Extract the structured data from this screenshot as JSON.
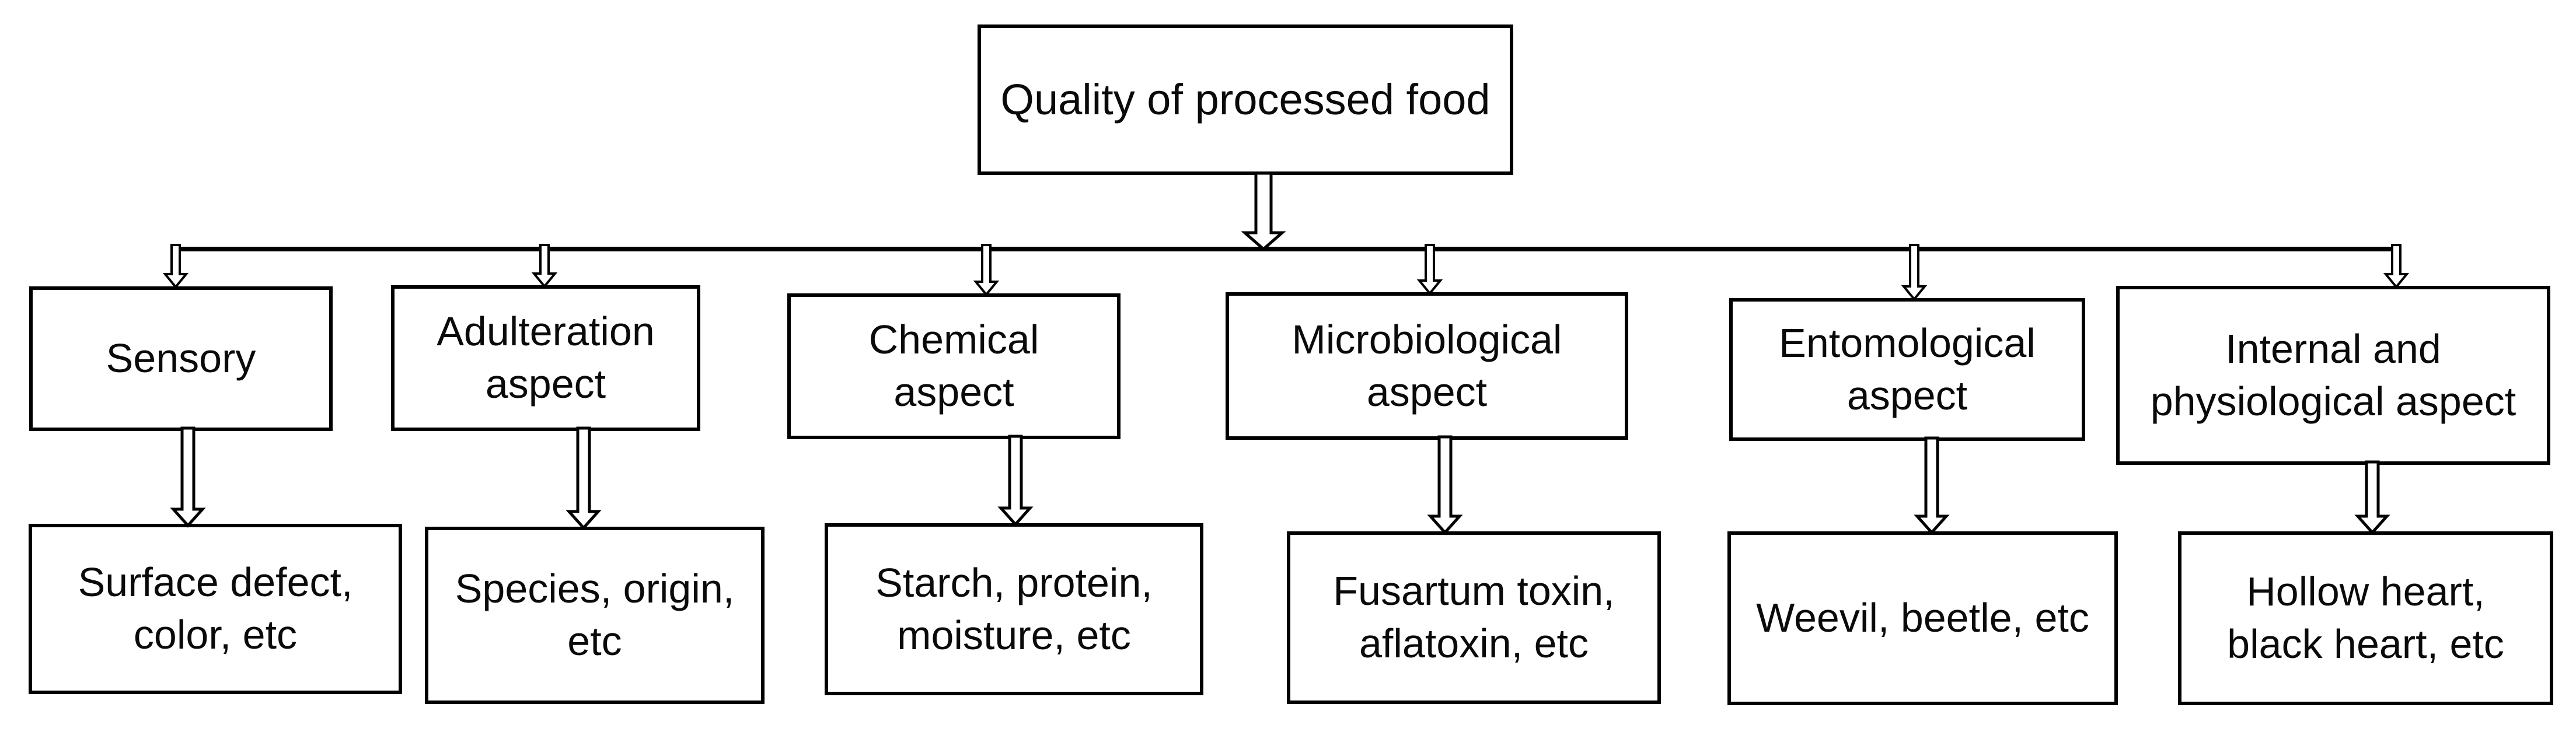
{
  "diagram": {
    "title_node": {
      "label": "Quality of processed food"
    },
    "branches": [
      {
        "aspect": "Sensory",
        "examples": "Surface defect, color, etc"
      },
      {
        "aspect": "Adulteration aspect",
        "examples": "Species, origin, etc"
      },
      {
        "aspect": "Chemical aspect",
        "examples": "Starch, protein, moisture, etc"
      },
      {
        "aspect": "Microbiological aspect",
        "examples": "Fusartum toxin, aflatoxin, etc"
      },
      {
        "aspect": "Entomological aspect",
        "examples": "Weevil, beetle, etc"
      },
      {
        "aspect": "Internal and physiological aspect",
        "examples": "Hollow heart, black heart, etc"
      }
    ],
    "colors": {
      "background": "#ffffff",
      "box_fill": "#ffffff",
      "box_border": "#000000",
      "text": "#0a0a0a",
      "connector": "#000000"
    }
  }
}
